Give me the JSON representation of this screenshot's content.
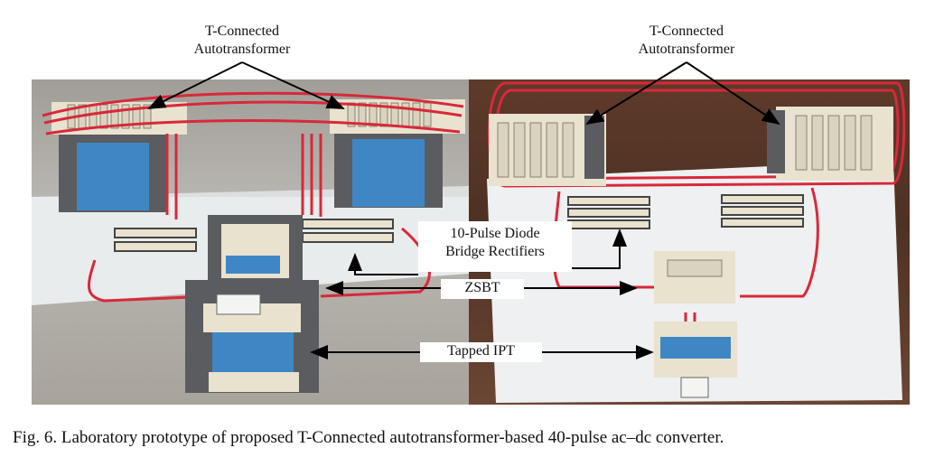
{
  "labels": {
    "left_autotransformer": [
      "T-Connected",
      "Autotransformer"
    ],
    "right_autotransformer": [
      "T-Connected",
      "Autotransformer"
    ],
    "rectifiers": [
      "10-Pulse Diode",
      "Bridge Rectifiers"
    ],
    "zsbt": "ZSBT",
    "ipt": "Tapped IPT"
  },
  "caption": "Fig. 6. Laboratory prototype of proposed T-Connected autotransformer-based 40-pulse ac–dc converter.",
  "colors": {
    "wire": "#d9283a",
    "winding": "#3f87c4",
    "core": "#5a5a5e",
    "terminal": "#e8e2cf",
    "board": "#eef0f1"
  }
}
